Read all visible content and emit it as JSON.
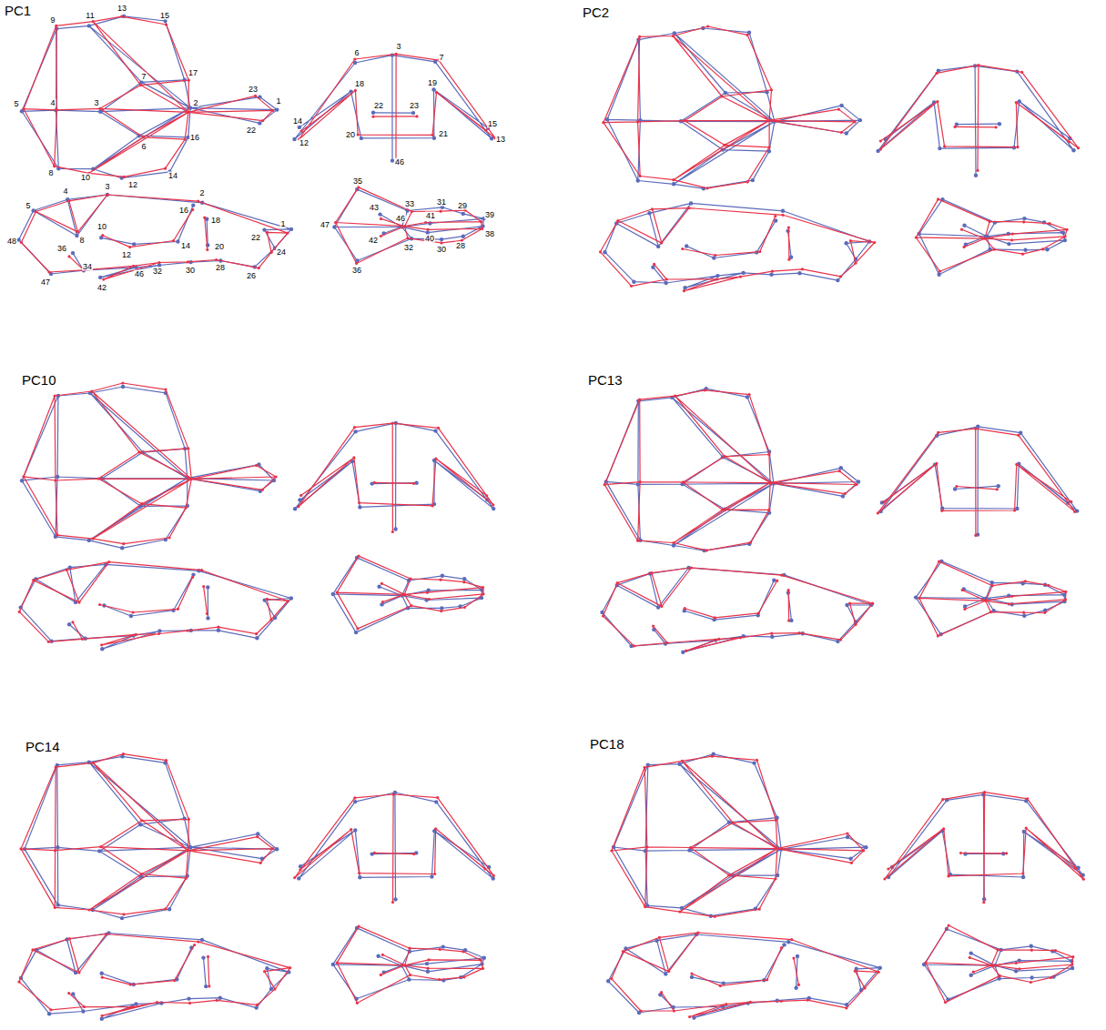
{
  "diagram": {
    "labels": [
      "PC1",
      "9",
      "11",
      "13",
      "15",
      "17",
      "7",
      "5",
      "4",
      "3",
      "2",
      "23",
      "1",
      "22",
      "6",
      "16",
      "8",
      "10",
      "12",
      "14",
      "6",
      "3",
      "7",
      "18",
      "19",
      "14",
      "12",
      "22",
      "23",
      "15",
      "13",
      "20",
      "21",
      "46",
      "5",
      "4",
      "3",
      "2",
      "48",
      "8",
      "10",
      "16",
      "18",
      "1",
      "22",
      "24",
      "36",
      "34",
      "12",
      "14",
      "20",
      "47",
      "46",
      "32",
      "30",
      "28",
      "26",
      "42",
      "35",
      "47",
      "43",
      "33",
      "31",
      "29",
      "39",
      "46",
      "41",
      "42",
      "40",
      "38",
      "32",
      "30",
      "28",
      "36",
      "PC2",
      "PC10",
      "PC13",
      "PC14",
      "PC18"
    ]
  }
}
